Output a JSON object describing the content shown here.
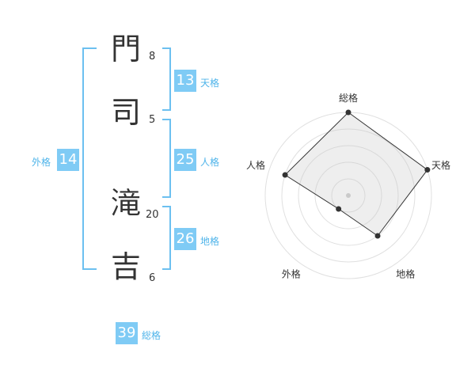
{
  "name_chars": [
    {
      "char": "門",
      "strokes": "8"
    },
    {
      "char": "司",
      "strokes": "5"
    },
    {
      "char": "滝",
      "strokes": "20"
    },
    {
      "char": "吉",
      "strokes": "6"
    }
  ],
  "fortune": {
    "tenkaku": {
      "value": "13",
      "label": "天格"
    },
    "jinkaku": {
      "value": "25",
      "label": "人格"
    },
    "chikaku": {
      "value": "26",
      "label": "地格"
    },
    "gaikaku": {
      "value": "14",
      "label": "外格"
    },
    "soukaku": {
      "value": "39",
      "label": "総格"
    }
  },
  "radar": {
    "axes": [
      "総格",
      "天格",
      "地格",
      "外格",
      "人格"
    ],
    "scale_max": 5,
    "values": [
      5,
      5,
      3,
      1,
      4
    ]
  }
}
